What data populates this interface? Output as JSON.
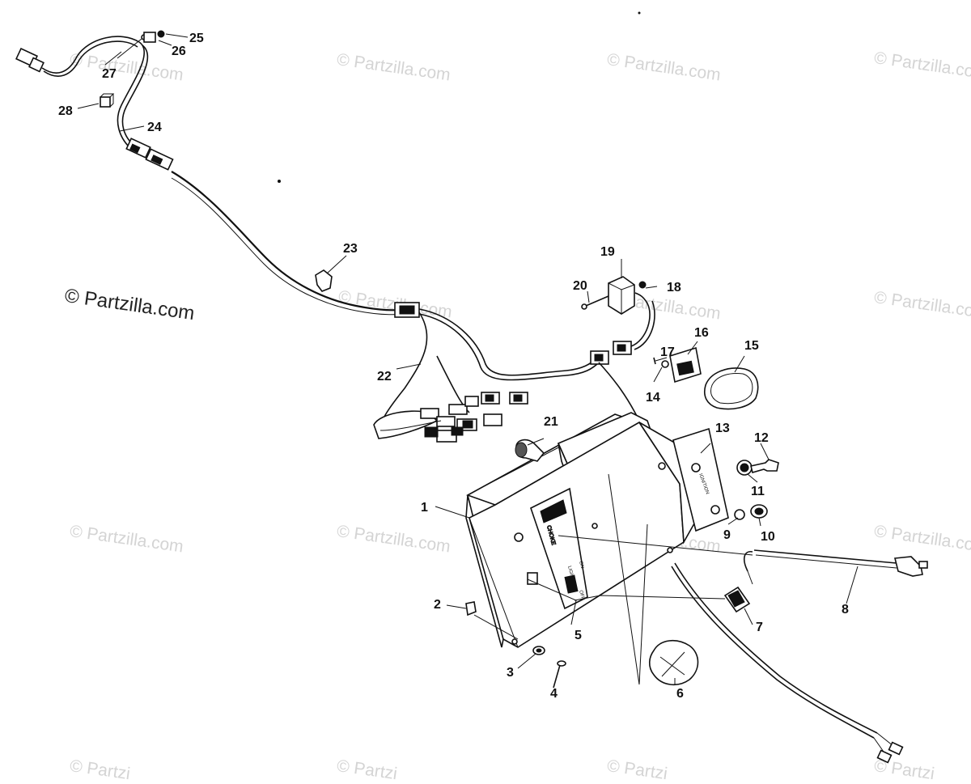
{
  "watermarks": {
    "main": "© Partzilla.com",
    "faint": "© Partzilla.com",
    "faint_cut": "© Partzi"
  },
  "callouts": [
    {
      "id": "c1",
      "label": "1"
    },
    {
      "id": "c2",
      "label": "2"
    },
    {
      "id": "c3",
      "label": "3"
    },
    {
      "id": "c4",
      "label": "4"
    },
    {
      "id": "c5",
      "label": "5"
    },
    {
      "id": "c6",
      "label": "6"
    },
    {
      "id": "c7",
      "label": "7"
    },
    {
      "id": "c8",
      "label": "8"
    },
    {
      "id": "c9",
      "label": "9"
    },
    {
      "id": "c10",
      "label": "10"
    },
    {
      "id": "c11",
      "label": "11"
    },
    {
      "id": "c12",
      "label": "12"
    },
    {
      "id": "c13",
      "label": "13"
    },
    {
      "id": "c14",
      "label": "14"
    },
    {
      "id": "c15",
      "label": "15"
    },
    {
      "id": "c16",
      "label": "16"
    },
    {
      "id": "c17",
      "label": "17"
    },
    {
      "id": "c18",
      "label": "18"
    },
    {
      "id": "c19",
      "label": "19"
    },
    {
      "id": "c20",
      "label": "20"
    },
    {
      "id": "c21",
      "label": "21"
    },
    {
      "id": "c22",
      "label": "22"
    },
    {
      "id": "c23",
      "label": "23"
    },
    {
      "id": "c24",
      "label": "24"
    },
    {
      "id": "c25",
      "label": "25"
    },
    {
      "id": "c26",
      "label": "26"
    },
    {
      "id": "c27",
      "label": "27"
    },
    {
      "id": "c28",
      "label": "28"
    }
  ],
  "panel_text": {
    "choke": "CHOKE",
    "lights": "LIGHTS",
    "on": "ON",
    "off": "OFF",
    "ignition": "IGNITION"
  }
}
